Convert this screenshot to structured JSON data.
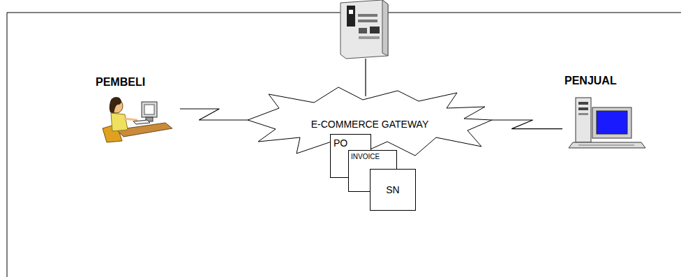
{
  "diagram": {
    "nodes": [
      {
        "text": [
          "PEMBELI"
        ]
      },
      {
        "text": [
          "E-COMMERCE GATEWAY"
        ]
      },
      {
        "text": [
          "PO"
        ]
      },
      {
        "text": [
          "INVOICE"
        ]
      },
      {
        "text": [
          "SN"
        ]
      },
      {
        "text": [
          "PENJUAL"
        ]
      }
    ],
    "edges": [
      {
        "from": 0,
        "to": 1,
        "arrow": "none"
      },
      {
        "from": 1,
        "to": 5,
        "arrow": "none"
      }
    ]
  }
}
